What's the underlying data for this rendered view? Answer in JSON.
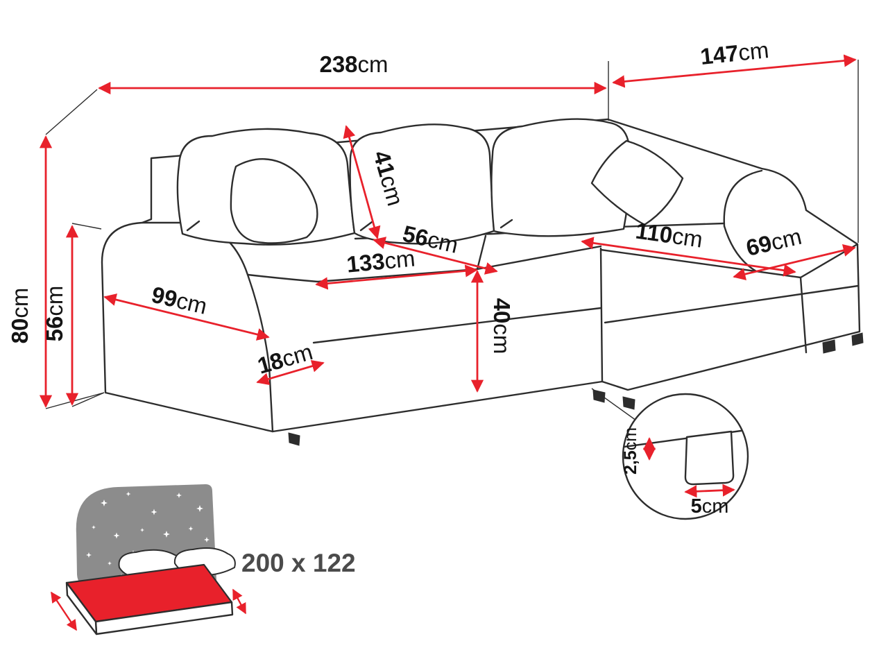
{
  "diagram": {
    "type": "corner-sofa-dimension-drawing",
    "accent_color": "#e8212b",
    "line_color": "#2d2d2d",
    "dims": {
      "d238": {
        "value": "238",
        "unit": "cm"
      },
      "d147": {
        "value": "147",
        "unit": "cm"
      },
      "d80": {
        "value": "80",
        "unit": "cm"
      },
      "d56_left": {
        "value": "56",
        "unit": "cm"
      },
      "d41": {
        "value": "41",
        "unit": "cm"
      },
      "d56_seat": {
        "value": "56",
        "unit": "cm"
      },
      "d133": {
        "value": "133",
        "unit": "cm"
      },
      "d99": {
        "value": "99",
        "unit": "cm"
      },
      "d18": {
        "value": "18",
        "unit": "cm"
      },
      "d40": {
        "value": "40",
        "unit": "cm"
      },
      "d110": {
        "value": "110",
        "unit": "cm"
      },
      "d69": {
        "value": "69",
        "unit": "cm"
      },
      "d2_5": {
        "value": "2,5",
        "unit": "cm"
      },
      "d5": {
        "value": "5",
        "unit": "cm"
      }
    },
    "bed": {
      "sleeping_area": "200 x 122"
    }
  }
}
